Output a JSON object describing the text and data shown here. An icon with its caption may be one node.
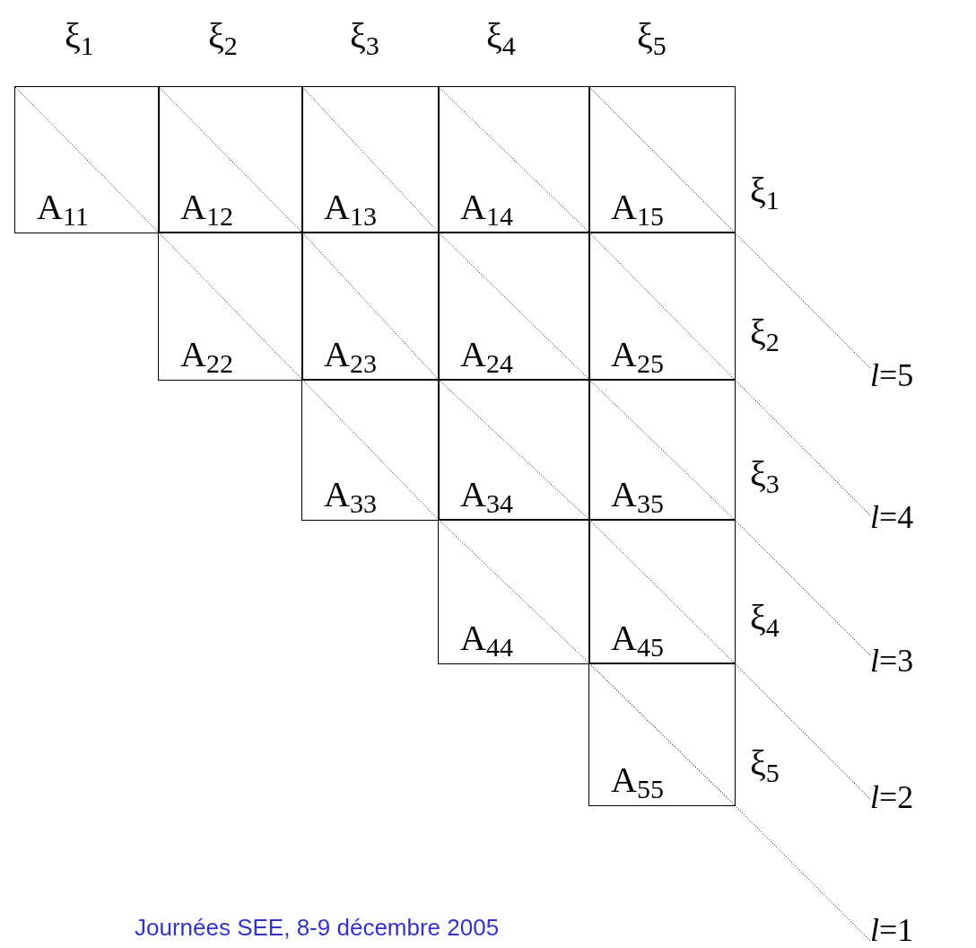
{
  "diagram": {
    "caption": "Journées SEE, 8-9 décembre 2005",
    "nodes": [
      {
        "text": [
          "A$_{11}$"
        ]
      },
      {
        "text": [
          "A$_{12}$"
        ]
      },
      {
        "text": [
          "A$_{13}$"
        ]
      },
      {
        "text": [
          "A$_{14}$"
        ]
      },
      {
        "text": [
          "A$_{15}$"
        ]
      },
      {
        "text": [
          "A$_{22}$"
        ]
      },
      {
        "text": [
          "A$_{23}$"
        ]
      },
      {
        "text": [
          "A$_{24}$"
        ]
      },
      {
        "text": [
          "A$_{25}$"
        ]
      },
      {
        "text": [
          "A$_{33}$"
        ]
      },
      {
        "text": [
          "A$_{34}$"
        ]
      },
      {
        "text": [
          "A$_{35}$"
        ]
      },
      {
        "text": [
          "A$_{44}$"
        ]
      },
      {
        "text": [
          "A$_{45}$"
        ]
      },
      {
        "text": [
          "A$_{55}$"
        ]
      },
      {
        "text": [
          "*l*=5"
        ]
      },
      {
        "text": [
          "*l*=4"
        ]
      },
      {
        "text": [
          "*l*=3"
        ]
      },
      {
        "text": [
          "*l*=2"
        ]
      },
      {
        "text": [
          "*l*=1"
        ]
      }
    ],
    "edges": [
      {
        "from": 15,
        "to": 4,
        "arrow": "none",
        "style": "dashed"
      },
      {
        "from": 16,
        "to": 8,
        "arrow": "none",
        "style": "dashed"
      },
      {
        "from": 17,
        "to": 11,
        "arrow": "none",
        "style": "dashed"
      },
      {
        "from": 18,
        "to": 13,
        "arrow": "none",
        "style": "dashed"
      },
      {
        "from": 19,
        "to": 14,
        "arrow": "none",
        "style": "dashed"
      }
    ],
    "labels": [
      "ξ$_{1}$",
      "ξ$_{2}$",
      "ξ$_{3}$",
      "ξ$_{4}$",
      "ξ$_{5}$",
      "ξ$_{1}$",
      "ξ$_{2}$",
      "ξ$_{3}$",
      "ξ$_{4}$",
      "ξ$_{5}$"
    ]
  }
}
